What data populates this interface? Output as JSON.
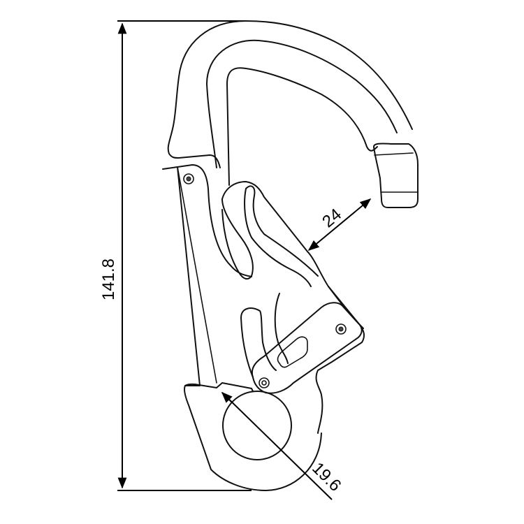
{
  "diagram": {
    "subject": "snap hook carabiner technical drawing",
    "colors": {
      "line": "#111111",
      "background": "#ffffff"
    },
    "dimensions": {
      "overall_height": {
        "label": "141.8",
        "orientation": "vertical"
      },
      "gate_opening": {
        "label": "24",
        "orientation": "diagonal"
      },
      "eye_diameter": {
        "label": "19.6",
        "orientation": "diagonal"
      }
    }
  }
}
